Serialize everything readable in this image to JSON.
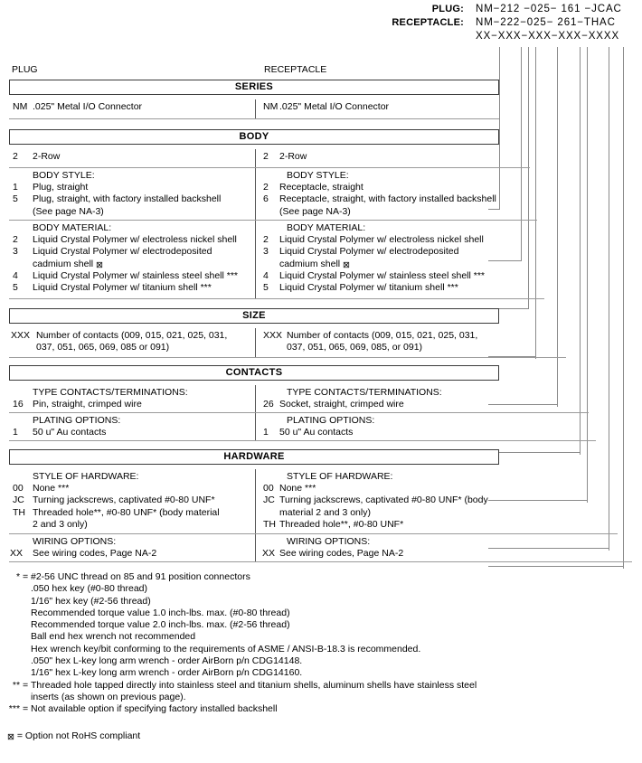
{
  "part_number": {
    "plug_label": "PLUG:",
    "plug_value": "NM−212 −025− 161 −JCAC",
    "receptacle_label": "RECEPTACLE:",
    "receptacle_value": "NM−222−025− 261−THAC",
    "mask": "XX−XXX−XXX−XXX−XXXX"
  },
  "columns": {
    "plug_caption": "PLUG",
    "receptacle_caption": "RECEPTACLE"
  },
  "sections": {
    "series": {
      "title": "SERIES",
      "plug": [
        {
          "code": "NM",
          "text": ".025\" Metal I/O Connector"
        }
      ],
      "receptacle": [
        {
          "code": "NM",
          "text": ".025\" Metal I/O Connector"
        }
      ]
    },
    "body": {
      "title": "BODY",
      "row_count": {
        "plug": [
          {
            "code": "2",
            "text": "2-Row"
          }
        ],
        "receptacle": [
          {
            "code": "2",
            "text": "2-Row"
          }
        ]
      },
      "body_style": {
        "heading": "BODY STYLE:",
        "plug": [
          {
            "code": "1",
            "text": "Plug, straight"
          },
          {
            "code": "5",
            "text": "Plug, straight, with factory installed backshell"
          },
          {
            "code": "",
            "text": "(See page NA-3)"
          }
        ],
        "receptacle": [
          {
            "code": "2",
            "text": "Receptacle, straight"
          },
          {
            "code": "6",
            "text": "Receptacle, straight, with factory installed backshell"
          },
          {
            "code": "",
            "text": "(See page NA-3)"
          }
        ]
      },
      "body_material": {
        "heading": "BODY MATERIAL:",
        "plug": [
          {
            "code": "2",
            "text": "Liquid Crystal Polymer w/ electroless nickel shell"
          },
          {
            "code": "3",
            "text": "Liquid Crystal Polymer w/ electrodeposited"
          },
          {
            "code": "",
            "text": "cadmium shell  ⊠"
          },
          {
            "code": "4",
            "text": "Liquid Crystal Polymer w/ stainless steel shell ***"
          },
          {
            "code": "5",
            "text": "Liquid Crystal Polymer w/ titanium shell ***"
          }
        ],
        "receptacle": [
          {
            "code": "2",
            "text": "Liquid Crystal Polymer w/ electroless nickel shell"
          },
          {
            "code": "3",
            "text": "Liquid Crystal Polymer w/ electrodeposited"
          },
          {
            "code": "",
            "text": "cadmium shell  ⊠"
          },
          {
            "code": "4",
            "text": "Liquid Crystal Polymer w/ stainless steel shell ***"
          },
          {
            "code": "5",
            "text": "Liquid Crystal Polymer w/ titanium shell ***"
          }
        ]
      }
    },
    "size": {
      "title": "SIZE",
      "plug": [
        {
          "code": "XXX",
          "text": "Number of contacts (009, 015, 021, 025, 031,"
        },
        {
          "code": "",
          "text": "037, 051, 065, 069, 085 or 091)"
        }
      ],
      "receptacle": [
        {
          "code": "XXX",
          "text": "Number of contacts (009, 015, 021, 025, 031,"
        },
        {
          "code": "",
          "text": "037, 051, 065, 069, 085, or 091)"
        }
      ]
    },
    "contacts": {
      "title": "CONTACTS",
      "type": {
        "heading": "TYPE CONTACTS/TERMINATIONS:",
        "plug": [
          {
            "code": "16",
            "text": "Pin, straight, crimped wire"
          }
        ],
        "receptacle": [
          {
            "code": "26",
            "text": "Socket, straight, crimped wire"
          }
        ]
      },
      "plating": {
        "heading": "PLATING OPTIONS:",
        "plug": [
          {
            "code": "1",
            "text": "50 u\" Au contacts"
          }
        ],
        "receptacle": [
          {
            "code": "1",
            "text": "50 u\" Au contacts"
          }
        ]
      }
    },
    "hardware": {
      "title": "HARDWARE",
      "style": {
        "heading": "STYLE OF HARDWARE:",
        "plug": [
          {
            "code": "00",
            "text": "None ***"
          },
          {
            "code": "JC",
            "text": "Turning jackscrews, captivated #0-80 UNF*"
          },
          {
            "code": "TH",
            "text": "Threaded hole**, #0-80 UNF* (body material"
          },
          {
            "code": "",
            "text": "2 and 3 only)"
          }
        ],
        "receptacle": [
          {
            "code": "00",
            "text": "None ***"
          },
          {
            "code": "JC",
            "text": "Turning jackscrews, captivated #0-80 UNF* (body"
          },
          {
            "code": "",
            "text": "material 2 and 3 only)"
          },
          {
            "code": "TH",
            "text": "Threaded hole**, #0-80 UNF*"
          }
        ]
      },
      "wiring": {
        "heading": "WIRING OPTIONS:",
        "plug": [
          {
            "code": "XX",
            "text": "See wiring codes, Page NA-2"
          }
        ],
        "receptacle": [
          {
            "code": "XX",
            "text": "See wiring codes, Page NA-2"
          }
        ]
      }
    }
  },
  "footnotes": {
    "single_star": {
      "mark": "* = ",
      "first": "#2-56 UNC thread on 85 and 91 position connectors",
      "lines": [
        ".050 hex key (#0-80 thread)",
        "1/16\" hex key (#2-56 thread)",
        "Recommended torque value 1.0 inch-lbs. max. (#0-80 thread)",
        "Recommended torque value 2.0 inch-lbs. max. (#2-56 thread)",
        "Ball end hex wrench not recommended",
        "Hex wrench key/bit conforming to the requirements of ASME / ANSI-B-18.3 is recommended.",
        ".050\" hex L-key long arm wrench - order AirBorn p/n CDG14148.",
        "1/16\" hex L-key long arm wrench - order AirBorn p/n CDG14160."
      ]
    },
    "double_star": {
      "mark": "** = ",
      "first": "Threaded hole tapped directly into stainless steel and titanium shells, aluminum shells have stainless steel",
      "lines": [
        "inserts (as shown on previous page)."
      ]
    },
    "triple_star": {
      "mark": "*** = ",
      "first": "Not available option if specifying factory installed backshell",
      "lines": []
    },
    "rohs": "⊠ = Option not RoHS compliant"
  }
}
